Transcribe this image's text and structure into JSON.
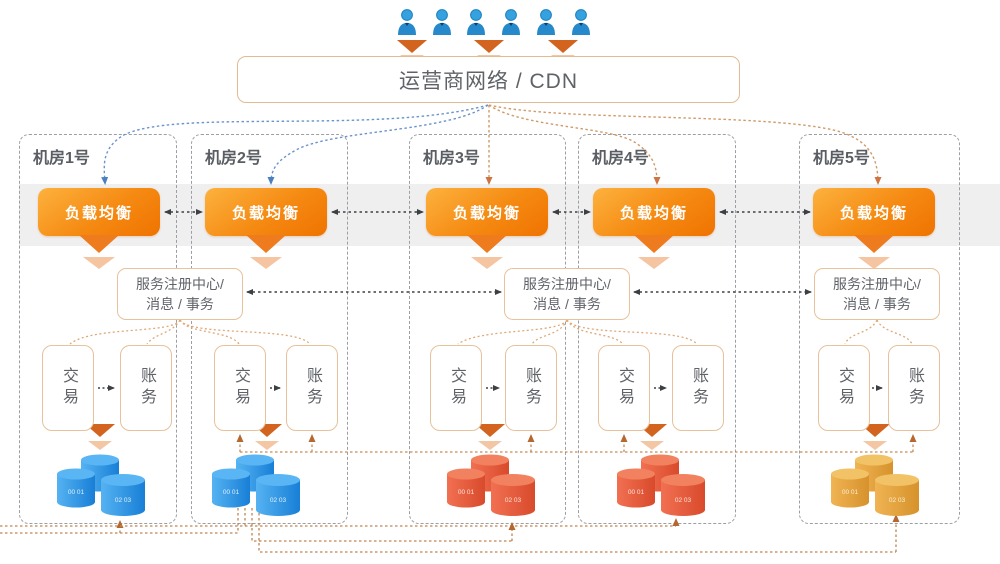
{
  "cdn": {
    "label": "运营商网络 / CDN"
  },
  "users": {
    "count": 6,
    "icon": "user-icon"
  },
  "datacenters": [
    {
      "title": "机房1号",
      "load_balancer": "负载均衡",
      "services": [
        "交易",
        "账务"
      ],
      "db_labels": [
        "00 01",
        "02 03"
      ],
      "db_color": "#2196e8"
    },
    {
      "title": "机房2号",
      "load_balancer": "负载均衡",
      "services": [
        "交易",
        "账务"
      ],
      "db_labels": [
        "00 01",
        "02 03"
      ],
      "db_color": "#2196e8"
    },
    {
      "title": "机房3号",
      "load_balancer": "负载均衡",
      "services": [
        "交易",
        "账务"
      ],
      "db_labels": [
        "00 01",
        "02 03"
      ],
      "db_color": "#e8573c"
    },
    {
      "title": "机房4号",
      "load_balancer": "负载均衡",
      "services": [
        "交易",
        "账务"
      ],
      "db_labels": [
        "00 01",
        "02 03"
      ],
      "db_color": "#e8573c"
    },
    {
      "title": "机房5号",
      "load_balancer": "负载均衡",
      "services": [
        "交易",
        "账务"
      ],
      "db_labels": [
        "00 01",
        "02 03"
      ],
      "db_color": "#e2a23e"
    }
  ],
  "registries": [
    {
      "line1": "服务注册中心/",
      "line2": "消息 / 事务"
    },
    {
      "line1": "服务注册中心/",
      "line2": "消息 / 事务"
    },
    {
      "line1": "服务注册中心/",
      "line2": "消息 / 事务"
    }
  ],
  "colors": {
    "lb_gradient_start": "#fcb23e",
    "lb_gradient_end": "#ef7300",
    "band": "#f0eff0",
    "panel_border": "#9b9ea3",
    "box_border": "#e7c29a",
    "connector_blue": "#4a7fc0",
    "connector_orange": "#cf9a68",
    "connector_dark": "#3c4043",
    "connector_brown": "#c08552",
    "db_blue": "#2196e8",
    "db_red": "#e8573c",
    "db_amber": "#e2a23e"
  }
}
